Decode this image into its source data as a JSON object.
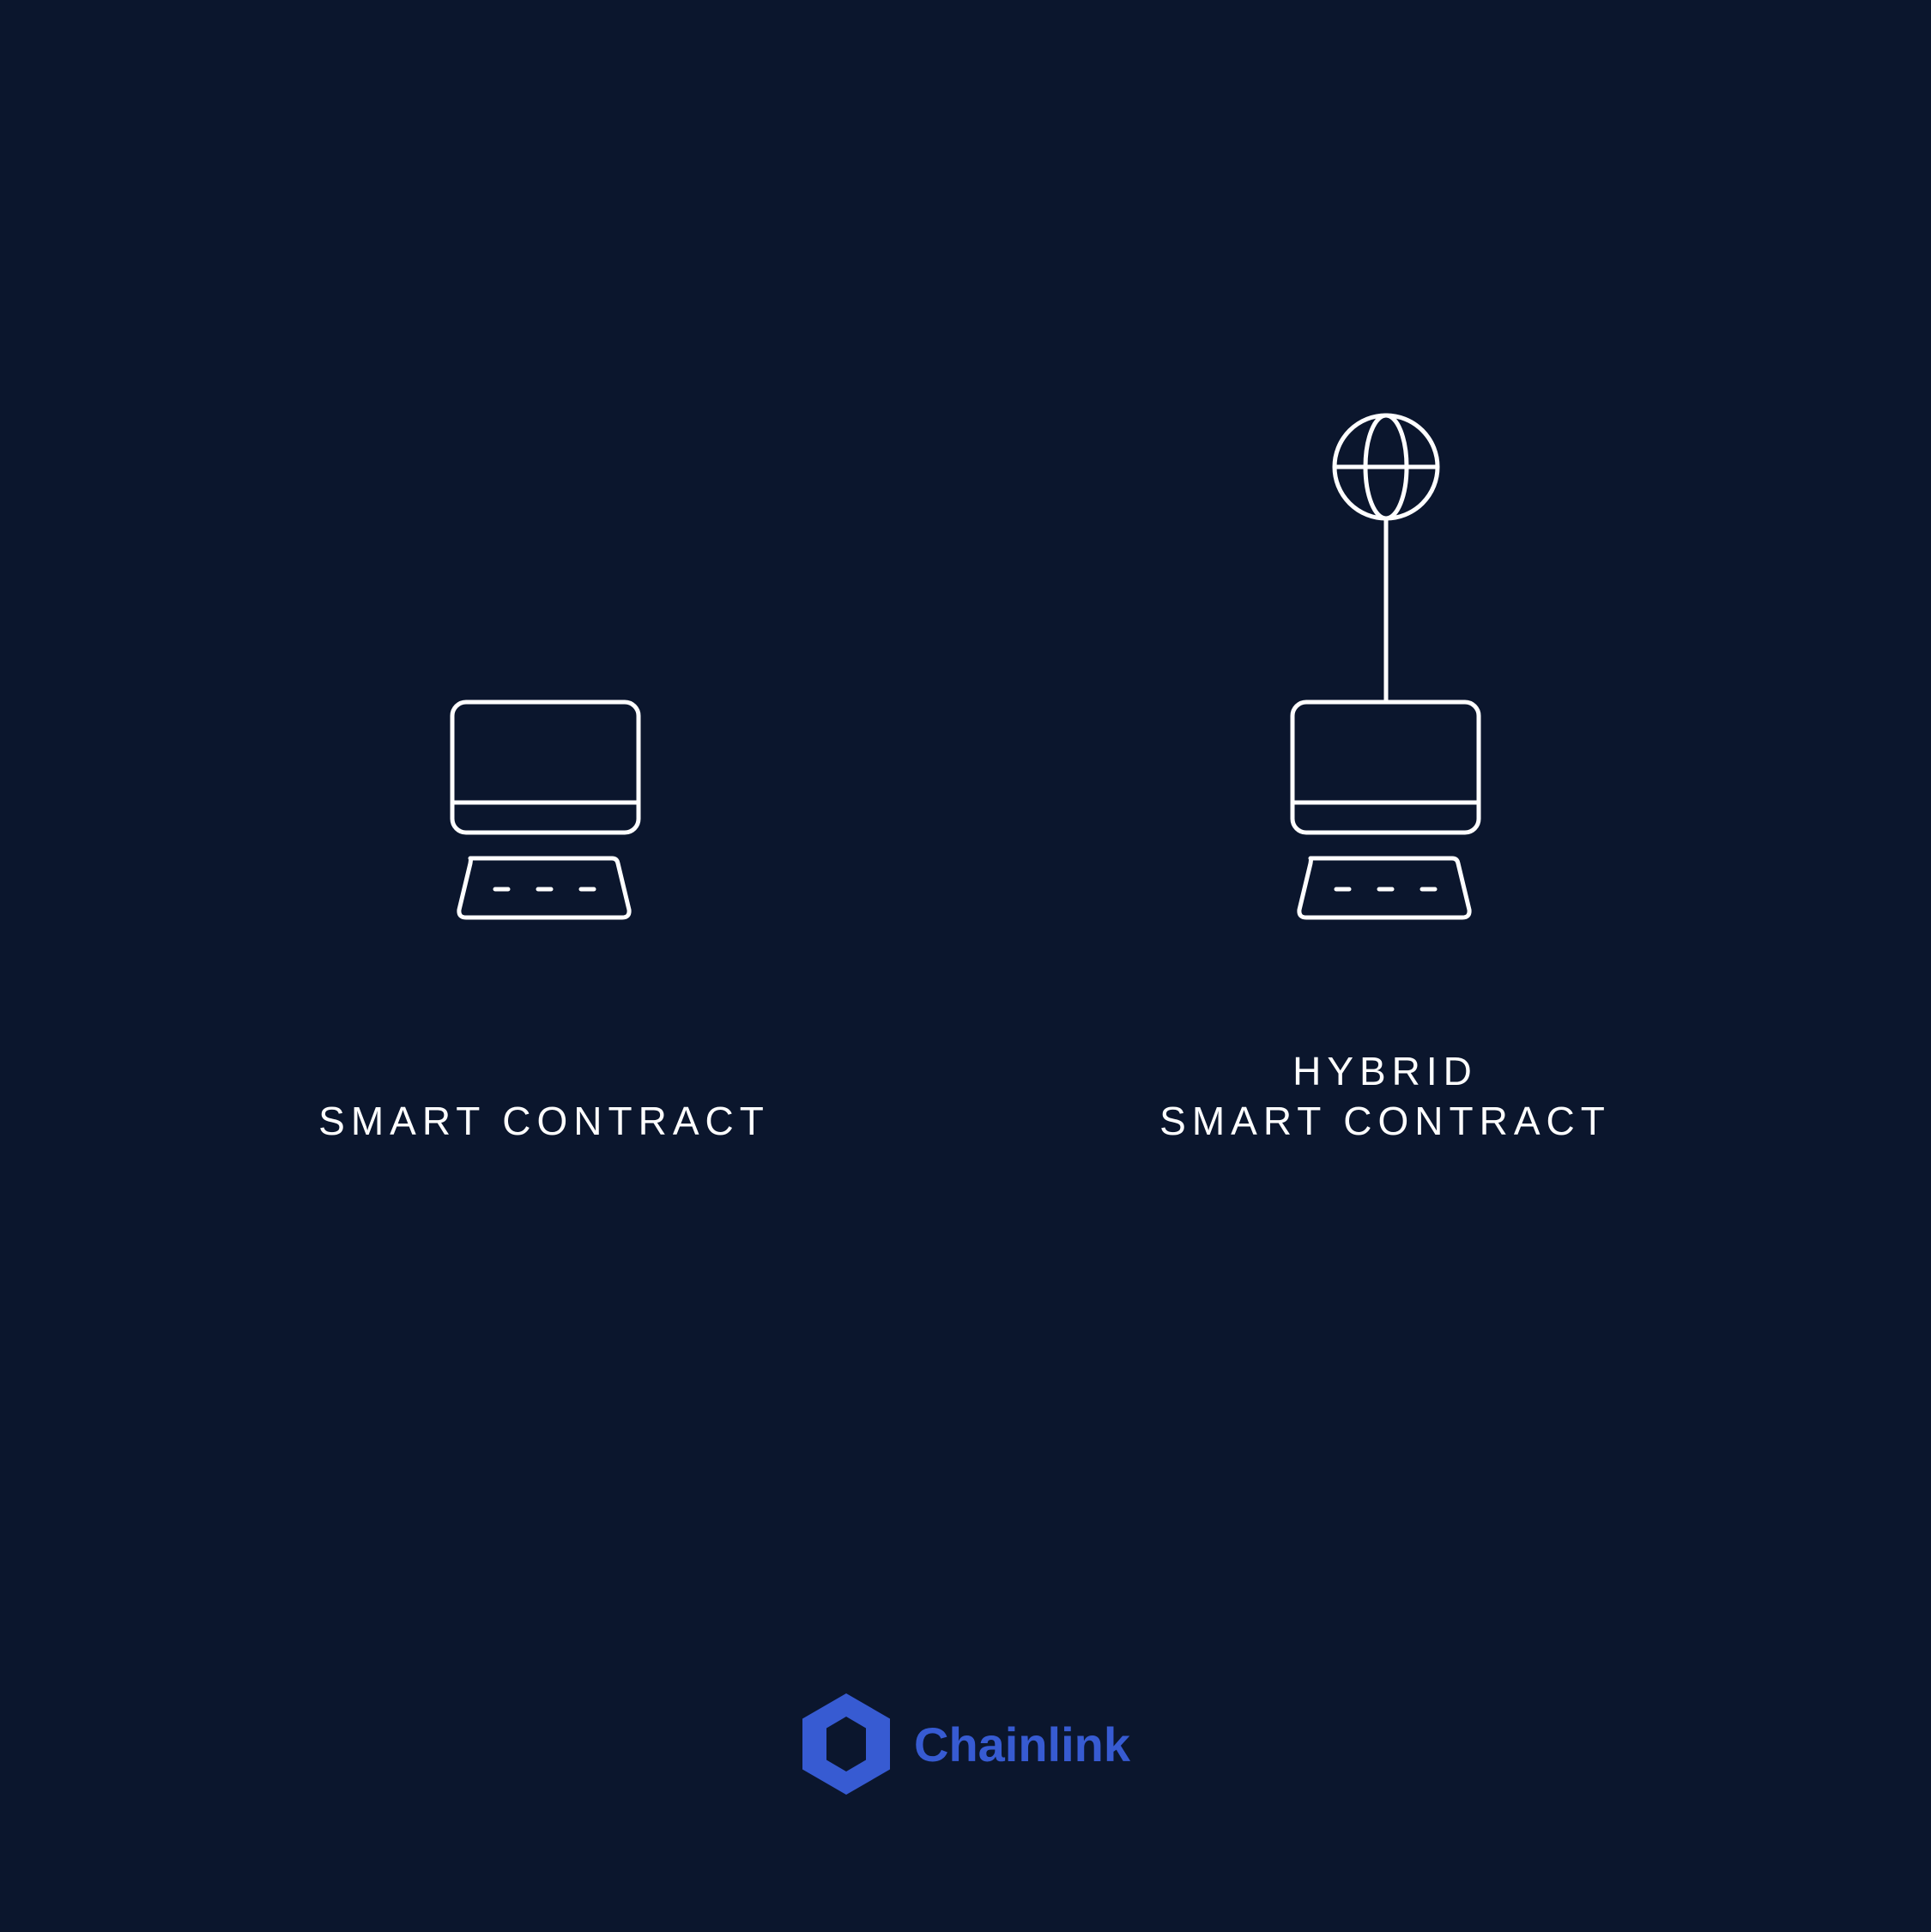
{
  "diagram": {
    "nodes": [
      {
        "id": "smart-contract",
        "label": "SMART CONTRACT",
        "icon": "computer-icon",
        "connected_to_globe": false
      },
      {
        "id": "hybrid-smart-contract",
        "label_line1": "HYBRID",
        "label_line2": "SMART CONTRACT",
        "icon": "computer-icon",
        "connected_to_globe": true,
        "globe_icon": "globe-icon"
      }
    ]
  },
  "brand": {
    "name": "Chainlink",
    "logo_icon": "chainlink-hexagon-icon",
    "color": "#375bd2"
  },
  "colors": {
    "background": "#0b162d",
    "line": "#ffffff"
  }
}
